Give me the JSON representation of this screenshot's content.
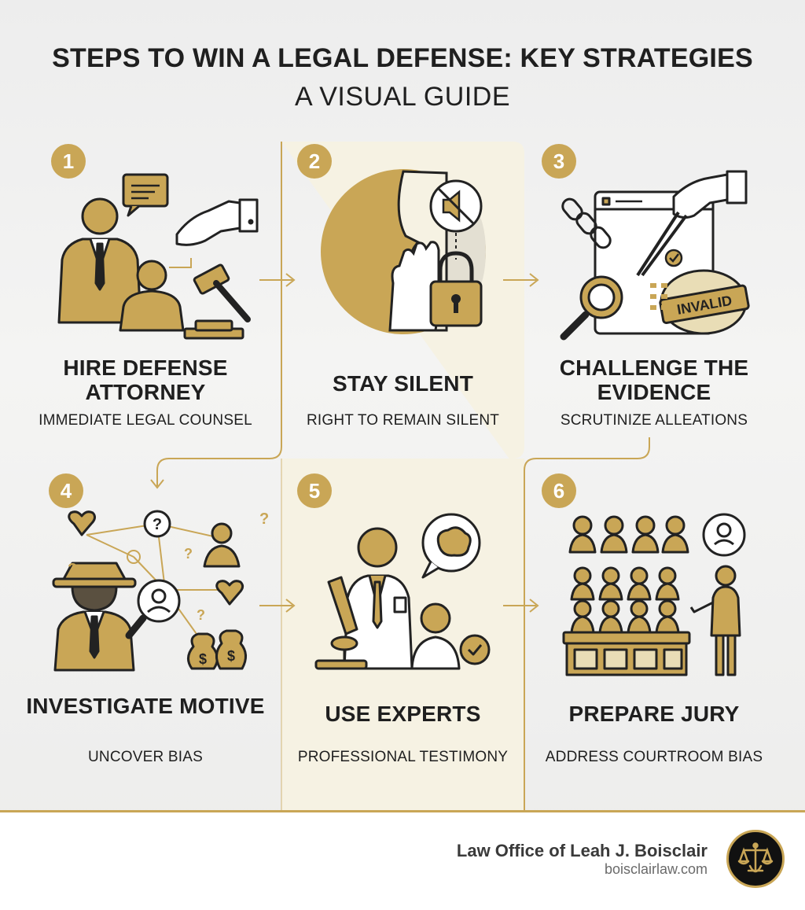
{
  "header": {
    "title": "STEPS TO WIN A LEGAL DEFENSE: KEY STRATEGIES",
    "subtitle": "A VISUAL GUIDE"
  },
  "steps": [
    {
      "number": "1",
      "title": "HIRE DEFENSE ATTORNEY",
      "subtitle": "IMMEDIATE LEGAL COUNSEL"
    },
    {
      "number": "2",
      "title": "STAY SILENT",
      "subtitle": "RIGHT TO REMAIN SILENT"
    },
    {
      "number": "3",
      "title": "CHALLENGE THE EVIDENCE",
      "subtitle": "SCRUTINIZE ALLEATIONS"
    },
    {
      "number": "4",
      "title": "INVESTIGATE MOTIVE",
      "subtitle": "UNCOVER BIAS"
    },
    {
      "number": "5",
      "title": "USE EXPERTS",
      "subtitle": "PROFESSIONAL TESTIMONY"
    },
    {
      "number": "6",
      "title": "PREPARE JURY",
      "subtitle": "ADDRESS COURTROOM BIAS"
    }
  ],
  "illustration_labels": {
    "stamp": "INVALID",
    "question_mark": "?",
    "money_sign": "$"
  },
  "footer": {
    "firm_name": "Law Office of Leah J. Boisclair",
    "website": "boisclairlaw.com"
  },
  "colors": {
    "accent": "#c9a656",
    "panel": "#f6f2e3",
    "text": "#1f1f1f"
  }
}
